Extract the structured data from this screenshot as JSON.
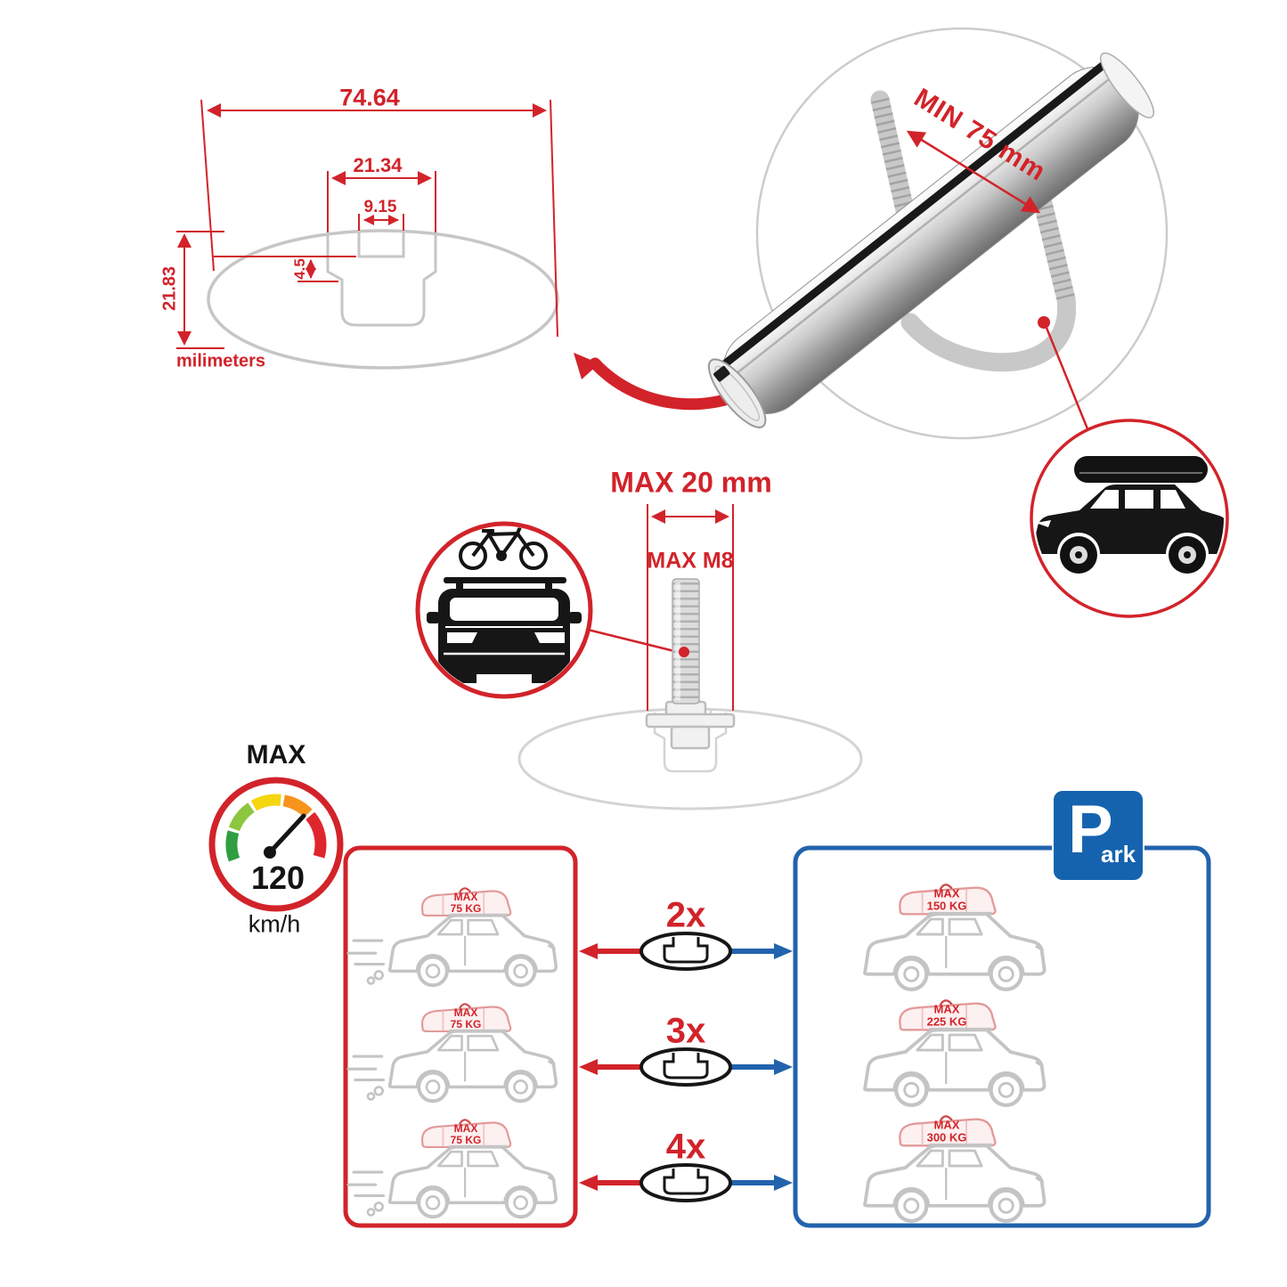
{
  "colors": {
    "red": "#d2232a",
    "blue": "#2263ad",
    "park_blue": "#1563ae",
    "line_gray": "#c4c4c4"
  },
  "cross_section": {
    "total_width": "74.64",
    "upper_width": "21.34",
    "slot_width": "9.15",
    "slot_depth": "4.5",
    "height": "21.83",
    "units_label": "milimeters"
  },
  "clamp_detail": {
    "min_span_label": "MIN 75 mm"
  },
  "bolt_detail": {
    "max_length_label": "MAX 20 mm",
    "thread_label": "MAX M8"
  },
  "speed_gauge": {
    "title": "MAX",
    "value": "120",
    "unit": "km/h",
    "segments": [
      "#2f9e41",
      "#8dc63f",
      "#f5d60f",
      "#f7941d",
      "#e0262d"
    ]
  },
  "bar_counts": [
    "2x",
    "3x",
    "4x"
  ],
  "capacity_left": {
    "rows": [
      {
        "max": "MAX",
        "load": "75 KG"
      },
      {
        "max": "MAX",
        "load": "75 KG"
      },
      {
        "max": "MAX",
        "load": "75 KG"
      }
    ]
  },
  "capacity_right": {
    "rows": [
      {
        "max": "MAX",
        "load": "150 KG"
      },
      {
        "max": "MAX",
        "load": "225 KG"
      },
      {
        "max": "MAX",
        "load": "300 KG"
      }
    ]
  },
  "park_sign": {
    "letter": "P",
    "suffix": "ark"
  }
}
